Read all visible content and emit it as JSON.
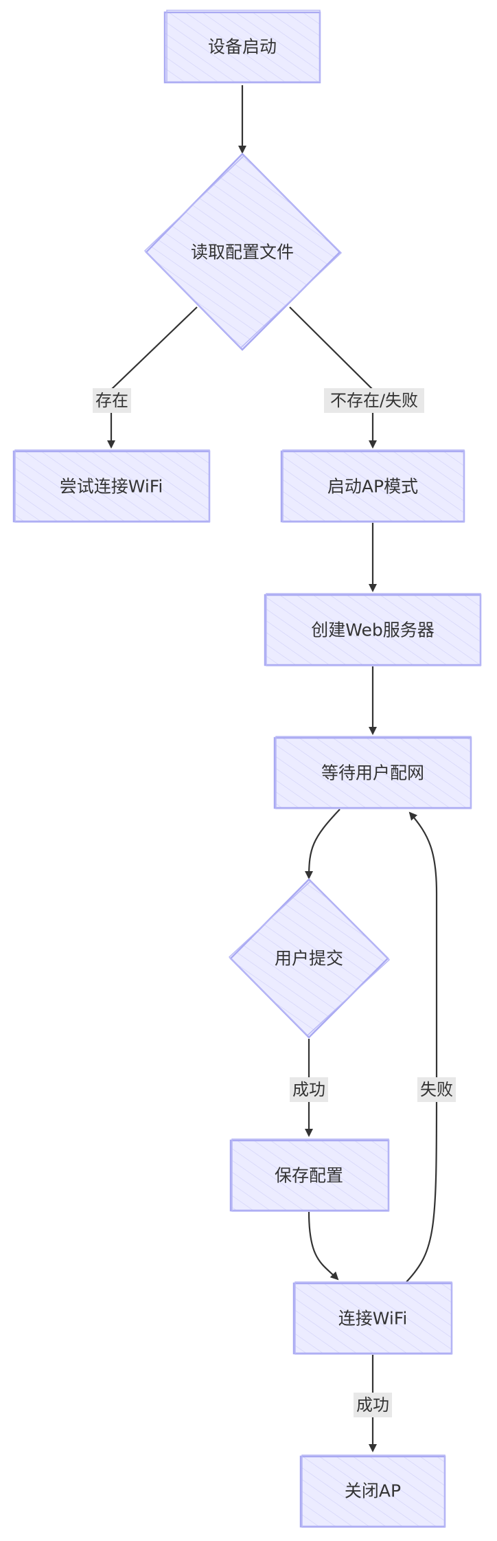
{
  "diagram": {
    "nodes": {
      "start": "设备启动",
      "read_config": "读取配置文件",
      "try_wifi": "尝试连接WiFi",
      "start_ap": "启动AP模式",
      "web_server": "创建Web服务器",
      "wait_user": "等待用户配网",
      "user_submit": "用户提交",
      "save_config": "保存配置",
      "connect_wifi": "连接WiFi",
      "close_ap": "关闭AP"
    },
    "edges": {
      "exists": "存在",
      "not_exist_fail": "不存在/失败",
      "success_1": "成功",
      "fail": "失败",
      "success_2": "成功"
    },
    "colors": {
      "node_fill": "#ececff",
      "node_stroke": "#a9a9f2",
      "edge": "#333333",
      "label_bg": "#e8e8e8"
    }
  }
}
